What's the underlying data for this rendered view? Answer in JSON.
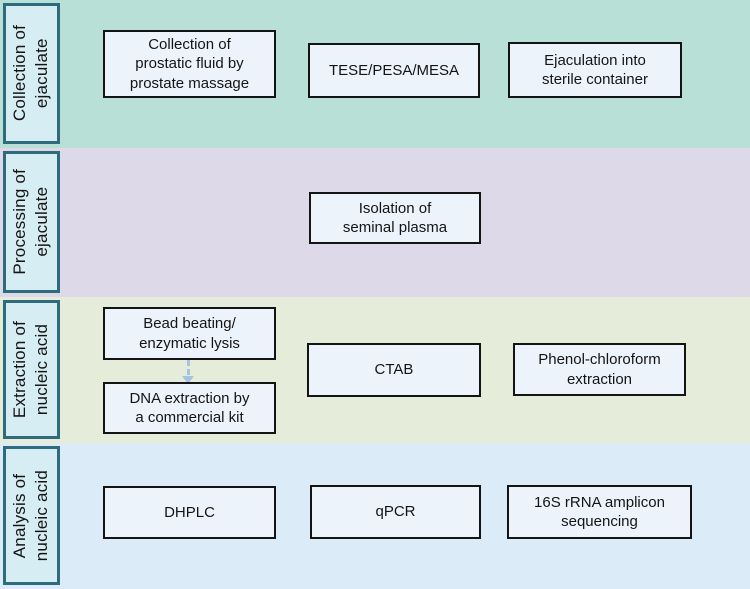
{
  "colors": {
    "band1_bg": "#b9e0d6",
    "band2_bg": "#ded9e9",
    "band3_bg": "#e5ecd9",
    "band4_bg": "#dcebf8",
    "row_header_fill": "#d7edf4",
    "row_header_border": "#2e6b7c",
    "node_fill": "#edf3fb",
    "node_border": "#141414",
    "arrow_color": "#a6c3e3"
  },
  "bands": [
    {
      "label": "Collection of ejaculate",
      "label_lines": [
        "Collection of",
        "ejaculate"
      ],
      "boxes": [
        {
          "lines": [
            "Collection of",
            "prostatic fluid by",
            "prostate massage"
          ]
        },
        {
          "lines": [
            "TESE/PESA/MESA"
          ]
        },
        {
          "lines": [
            "Ejaculation into",
            "sterile container"
          ]
        }
      ]
    },
    {
      "label": "Processing of ejaculate",
      "label_lines": [
        "Processing of",
        "ejaculate"
      ],
      "boxes": [
        {
          "lines": [
            "Isolation of",
            "seminal plasma"
          ]
        }
      ]
    },
    {
      "label": "Extraction of nucleic acid",
      "label_lines": [
        "Extraction of",
        "nucleic acid"
      ],
      "boxes": [
        {
          "lines": [
            "Bead beating/",
            "enzymatic lysis"
          ]
        },
        {
          "lines": [
            "DNA extraction by",
            "a commercial kit"
          ]
        },
        {
          "lines": [
            "CTAB"
          ]
        },
        {
          "lines": [
            "Phenol-chloroform",
            "extraction"
          ]
        }
      ]
    },
    {
      "label": "Analysis of nucleic acid",
      "label_lines": [
        "Analysis of",
        "nucleic acid"
      ],
      "boxes": [
        {
          "lines": [
            "DHPLC"
          ]
        },
        {
          "lines": [
            "qPCR"
          ]
        },
        {
          "lines": [
            "16S rRNA amplicon",
            "sequencing"
          ]
        }
      ]
    }
  ],
  "connector": {
    "type": "dashed-arrow-down",
    "from": "Bead beating/ enzymatic lysis",
    "to": "DNA extraction by a commercial kit"
  }
}
